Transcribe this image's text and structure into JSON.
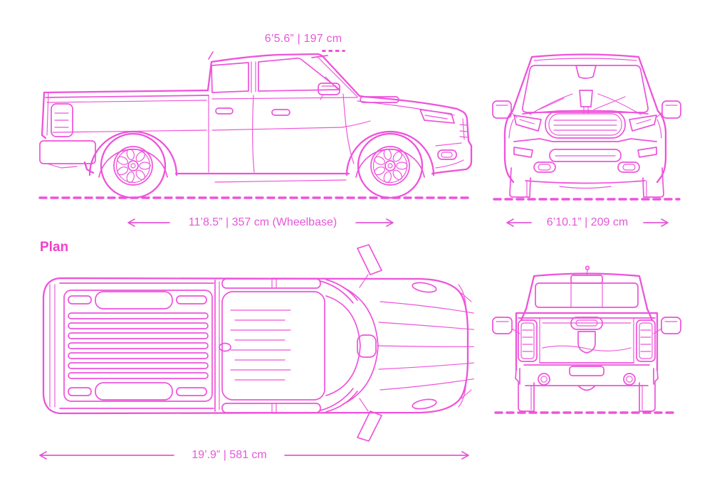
{
  "colors": {
    "background": "#ffffff",
    "line_pink": "#EE53DB",
    "text_pink": "#E558D8",
    "plan_label_pink": "#F23FC9"
  },
  "annotations": {
    "height_label": "6’5.6” | 197 cm",
    "wheelbase_label": "11’8.5” | 357 cm (Wheelbase)",
    "front_width_label": "6’10.1” | 209 cm",
    "length_label": "19’.9” | 581 cm",
    "plan_section_label": "Plan"
  }
}
